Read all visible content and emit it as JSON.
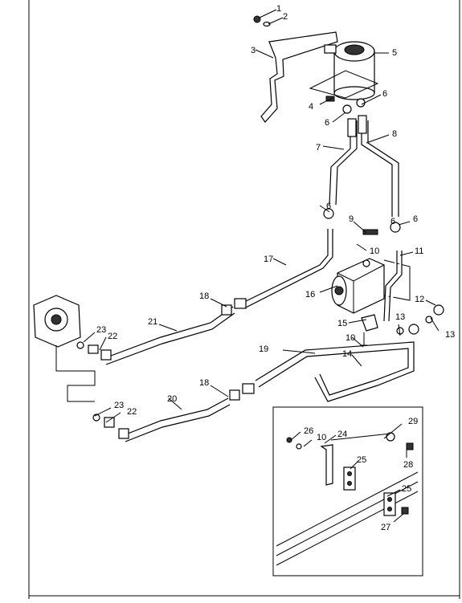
{
  "callouts": [
    "1",
    "2",
    "3",
    "4",
    "5",
    "6",
    "6",
    "6",
    "7",
    "8",
    "6",
    "9",
    "10",
    "6",
    "17",
    "11",
    "16",
    "12",
    "18",
    "21",
    "15",
    "13",
    "23",
    "22",
    "10",
    "19",
    "14",
    "13",
    "18",
    "20",
    "23",
    "22",
    "26",
    "10",
    "24",
    "29",
    "25",
    "28",
    "25",
    "27"
  ]
}
